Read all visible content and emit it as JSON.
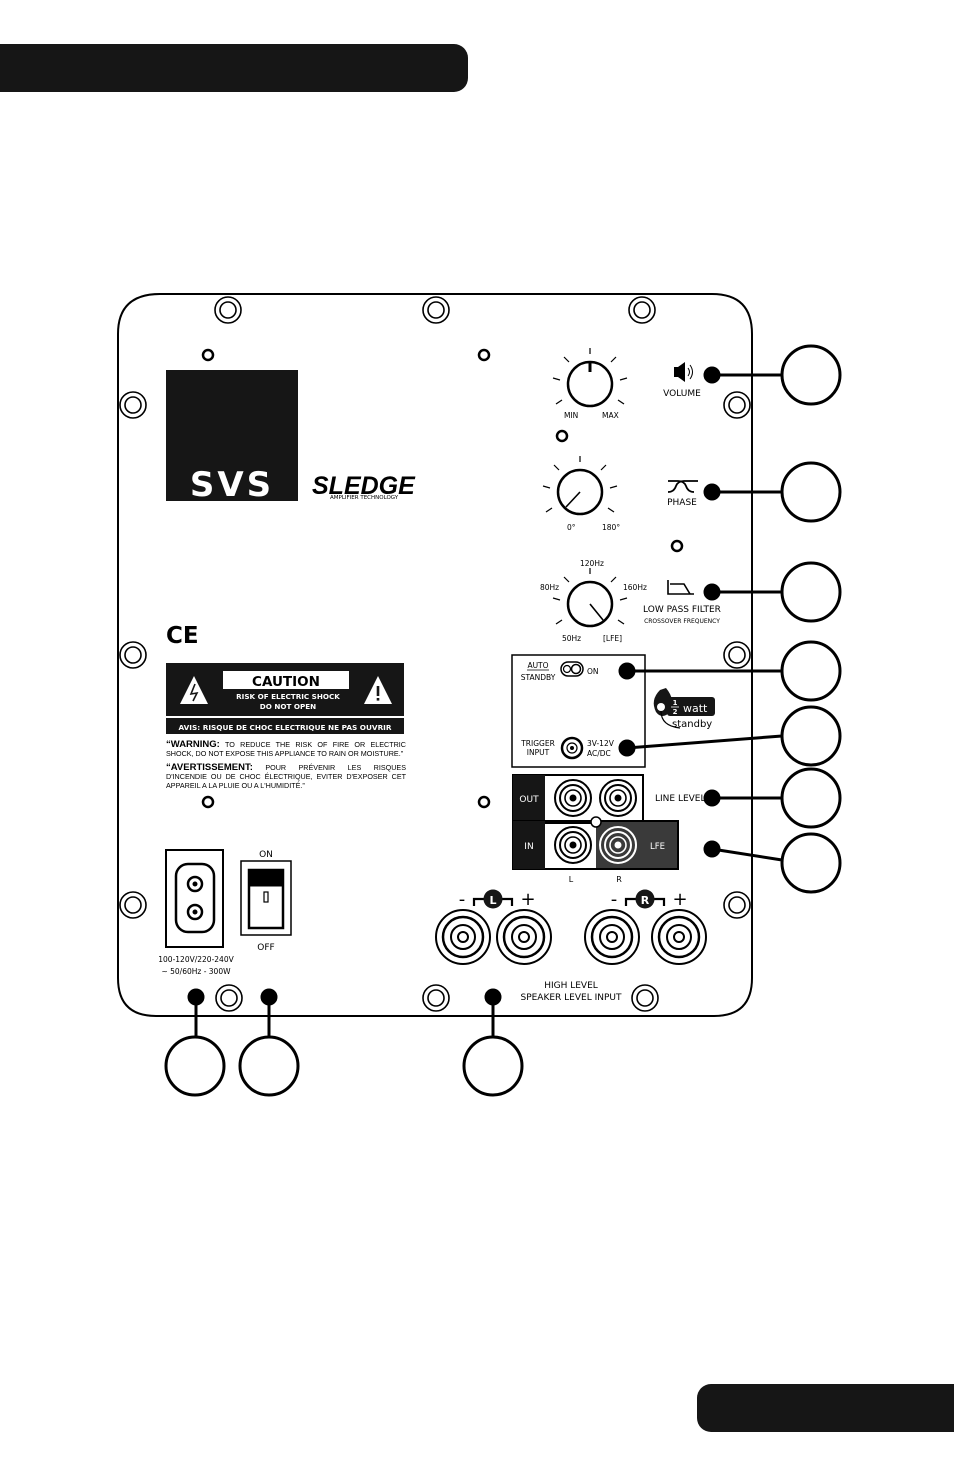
{
  "controls": {
    "volume": {
      "label": "VOLUME",
      "min": "MIN",
      "max": "MAX"
    },
    "phase": {
      "label": "PHASE",
      "min": "0°",
      "max": "180°"
    },
    "lowpass": {
      "label": "LOW PASS FILTER",
      "sublabel": "CROSSOVER FREQUENCY",
      "ticks": [
        "120Hz",
        "80Hz",
        "160Hz",
        "50Hz",
        "[LFE]"
      ]
    },
    "standby": {
      "auto": "AUTO",
      "standby": "STANDBY",
      "on": "ON"
    },
    "trigger": {
      "line1": "TRIGGER",
      "line2": "INPUT",
      "v1": "3V-12V",
      "v2": "AC/DC"
    },
    "half_watt": {
      "num": "1",
      "den": "2",
      "watt": "watt",
      "standby": "standby"
    },
    "line_level": {
      "label": "LINE LEVEL",
      "out": "OUT",
      "in": "IN",
      "l": "L",
      "r": "R",
      "lfe": "LFE"
    },
    "power": {
      "rating1": "100-120V/220-240V",
      "rating2": "~ 50/60Hz - 300W",
      "on": "ON",
      "off": "OFF"
    },
    "speaker": {
      "minus": "-",
      "plus": "+",
      "left": "L",
      "right": "R",
      "line1": "HIGH LEVEL",
      "line2": "SPEAKER LEVEL INPUT"
    }
  },
  "branding": {
    "logo": "SVS",
    "sledge": "SLEDGE",
    "amp": "AMPLIFIER TECHNOLOGY",
    "ce": "CE"
  },
  "caution": {
    "title": "CAUTION",
    "line1": "RISK OF ELECTRIC SHOCK",
    "line2": "DO NOT OPEN",
    "avis": "AVIS: RISQUE DE CHOC ELECTRIQUE NE PAS OUVRIR",
    "warning_head": "“WARNING:",
    "warning_body": " TO REDUCE THE RISK OF FIRE OR ELECTRIC SHOCK, DO NOT EXPOSE THIS APPLIANCE TO RAIN OR MOISTURE.”",
    "avert_head": "“AVERTISSEMENT:",
    "avert_body": " POUR PRÉVENIR LES RISQUES D'INCENDIE OU DE CHOC ÉLECTRIQUE, EVITER D'EXPOSER CET APPAREIL A LA PLUIE OU A L'HUMIDITÉ.”"
  }
}
